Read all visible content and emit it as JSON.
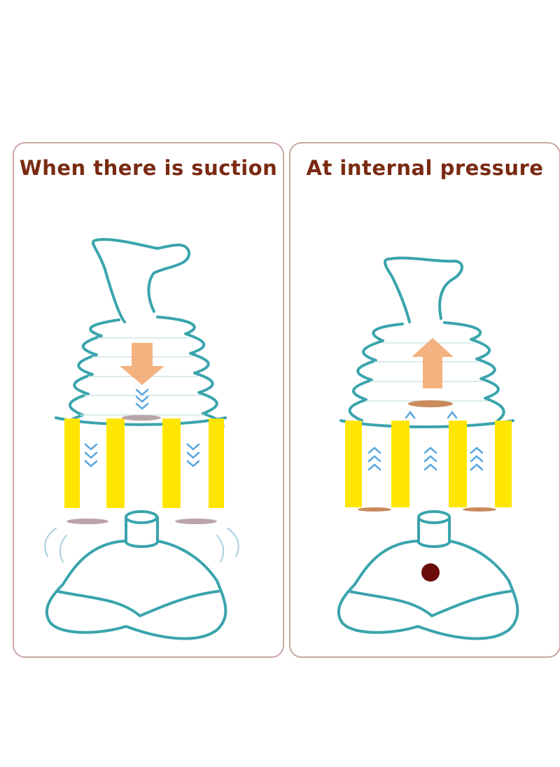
{
  "panels": [
    {
      "id": "suction",
      "title": "When there is suction"
    },
    {
      "id": "pressure",
      "title": "At internal pressure"
    }
  ],
  "colors": {
    "title": "#7a2a12",
    "border": "#c9a7a2",
    "outline": "#3aa4ad",
    "stripe": "#ffe600",
    "arrow_blue": "#5aa7e0",
    "arrow_orange": "#f1a46a",
    "disc_gray": "#b9a4a8",
    "disc_brown": "#c98a5c",
    "dot": "#6b0b0b"
  },
  "icons": [
    "down-arrow-icon",
    "up-arrow-icon",
    "chevron-down-icon",
    "chevron-up-icon",
    "airflow-icon",
    "dot-icon"
  ]
}
